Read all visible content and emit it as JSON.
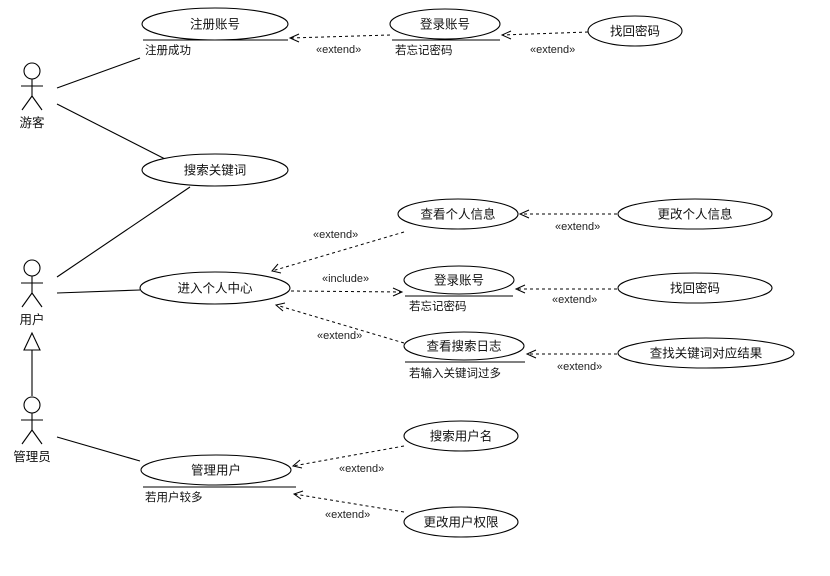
{
  "actors": {
    "tourist": "游客",
    "user": "用户",
    "admin": "管理员"
  },
  "use_cases": {
    "register": "注册账号",
    "login_top": "登录账号",
    "recover_top": "找回密码",
    "search_keyword": "搜索关键词",
    "view_info": "查看个人信息",
    "edit_info": "更改个人信息",
    "personal_center": "进入个人中心",
    "login_mid": "登录账号",
    "recover_mid": "找回密码",
    "view_log": "查看搜索日志",
    "find_results": "查找关键词对应结果",
    "manage_users": "管理用户",
    "search_username": "搜索用户名",
    "edit_permission": "更改用户权限"
  },
  "conditions": {
    "register": "注册成功",
    "login_top": "若忘记密码",
    "login_mid": "若忘记密码",
    "view_log": "若输入关键词过多",
    "manage_users": "若用户较多"
  },
  "stereotypes": {
    "extend_label": "«extend»",
    "include_label": "«include»"
  }
}
